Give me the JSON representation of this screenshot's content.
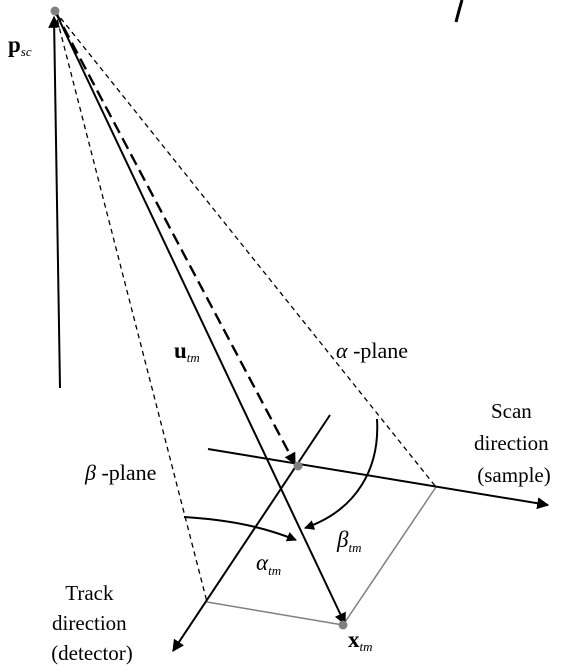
{
  "labels": {
    "p_main": "p",
    "p_sub": "sc",
    "u_main": "u",
    "u_sub": "tm",
    "x_main": "x",
    "x_sub": "tm",
    "alpha_plane_sym": "α",
    "alpha_plane_text": " -plane",
    "beta_plane_sym": "β",
    "beta_plane_text": " -plane",
    "beta_tm_sym": "β",
    "beta_tm_sub": "tm",
    "alpha_tm_sym": "α",
    "alpha_tm_sub": "tm",
    "scan_line1": "Scan",
    "scan_line2": "direction",
    "scan_line3": "(sample)",
    "track_line1": "Track",
    "track_line2": "direction",
    "track_line3": "(detector)"
  },
  "colors": {
    "ink": "#000000",
    "plane_edge": "#808080",
    "point": "#808080"
  }
}
